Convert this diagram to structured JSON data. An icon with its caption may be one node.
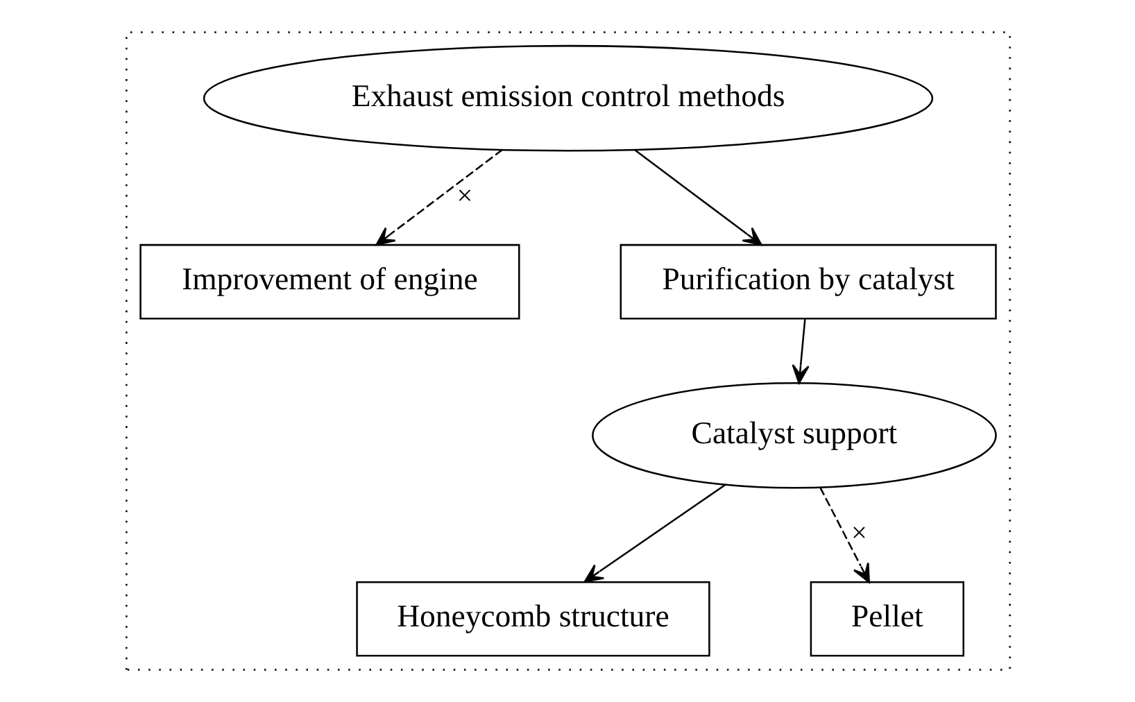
{
  "diagram": {
    "nodes": [
      {
        "text": [],
        "shape": "box"
      },
      {
        "text": [
          "Exhaust emission control methods"
        ],
        "in": 0
      },
      {
        "text": [
          "Improvement of engine"
        ],
        "in": 0
      },
      {
        "text": [
          "Purification by catalyst"
        ],
        "in": 0
      },
      {
        "text": [
          "Catalyst support"
        ],
        "in": 0
      },
      {
        "text": [
          "Honeycomb structure"
        ],
        "in": 0
      },
      {
        "text": [
          "Pellet"
        ],
        "in": 0
      }
    ],
    "edges": [
      {
        "from": 1,
        "to": 2,
        "arrow": "to",
        "style": "dashed",
        "label": "×"
      },
      {
        "from": 1,
        "to": 3,
        "arrow": "to"
      },
      {
        "from": 3,
        "to": 4,
        "arrow": "to"
      },
      {
        "from": 4,
        "to": 5,
        "arrow": "to"
      },
      {
        "from": 4,
        "to": 6,
        "arrow": "to",
        "style": "dashed",
        "label": "×"
      }
    ]
  }
}
